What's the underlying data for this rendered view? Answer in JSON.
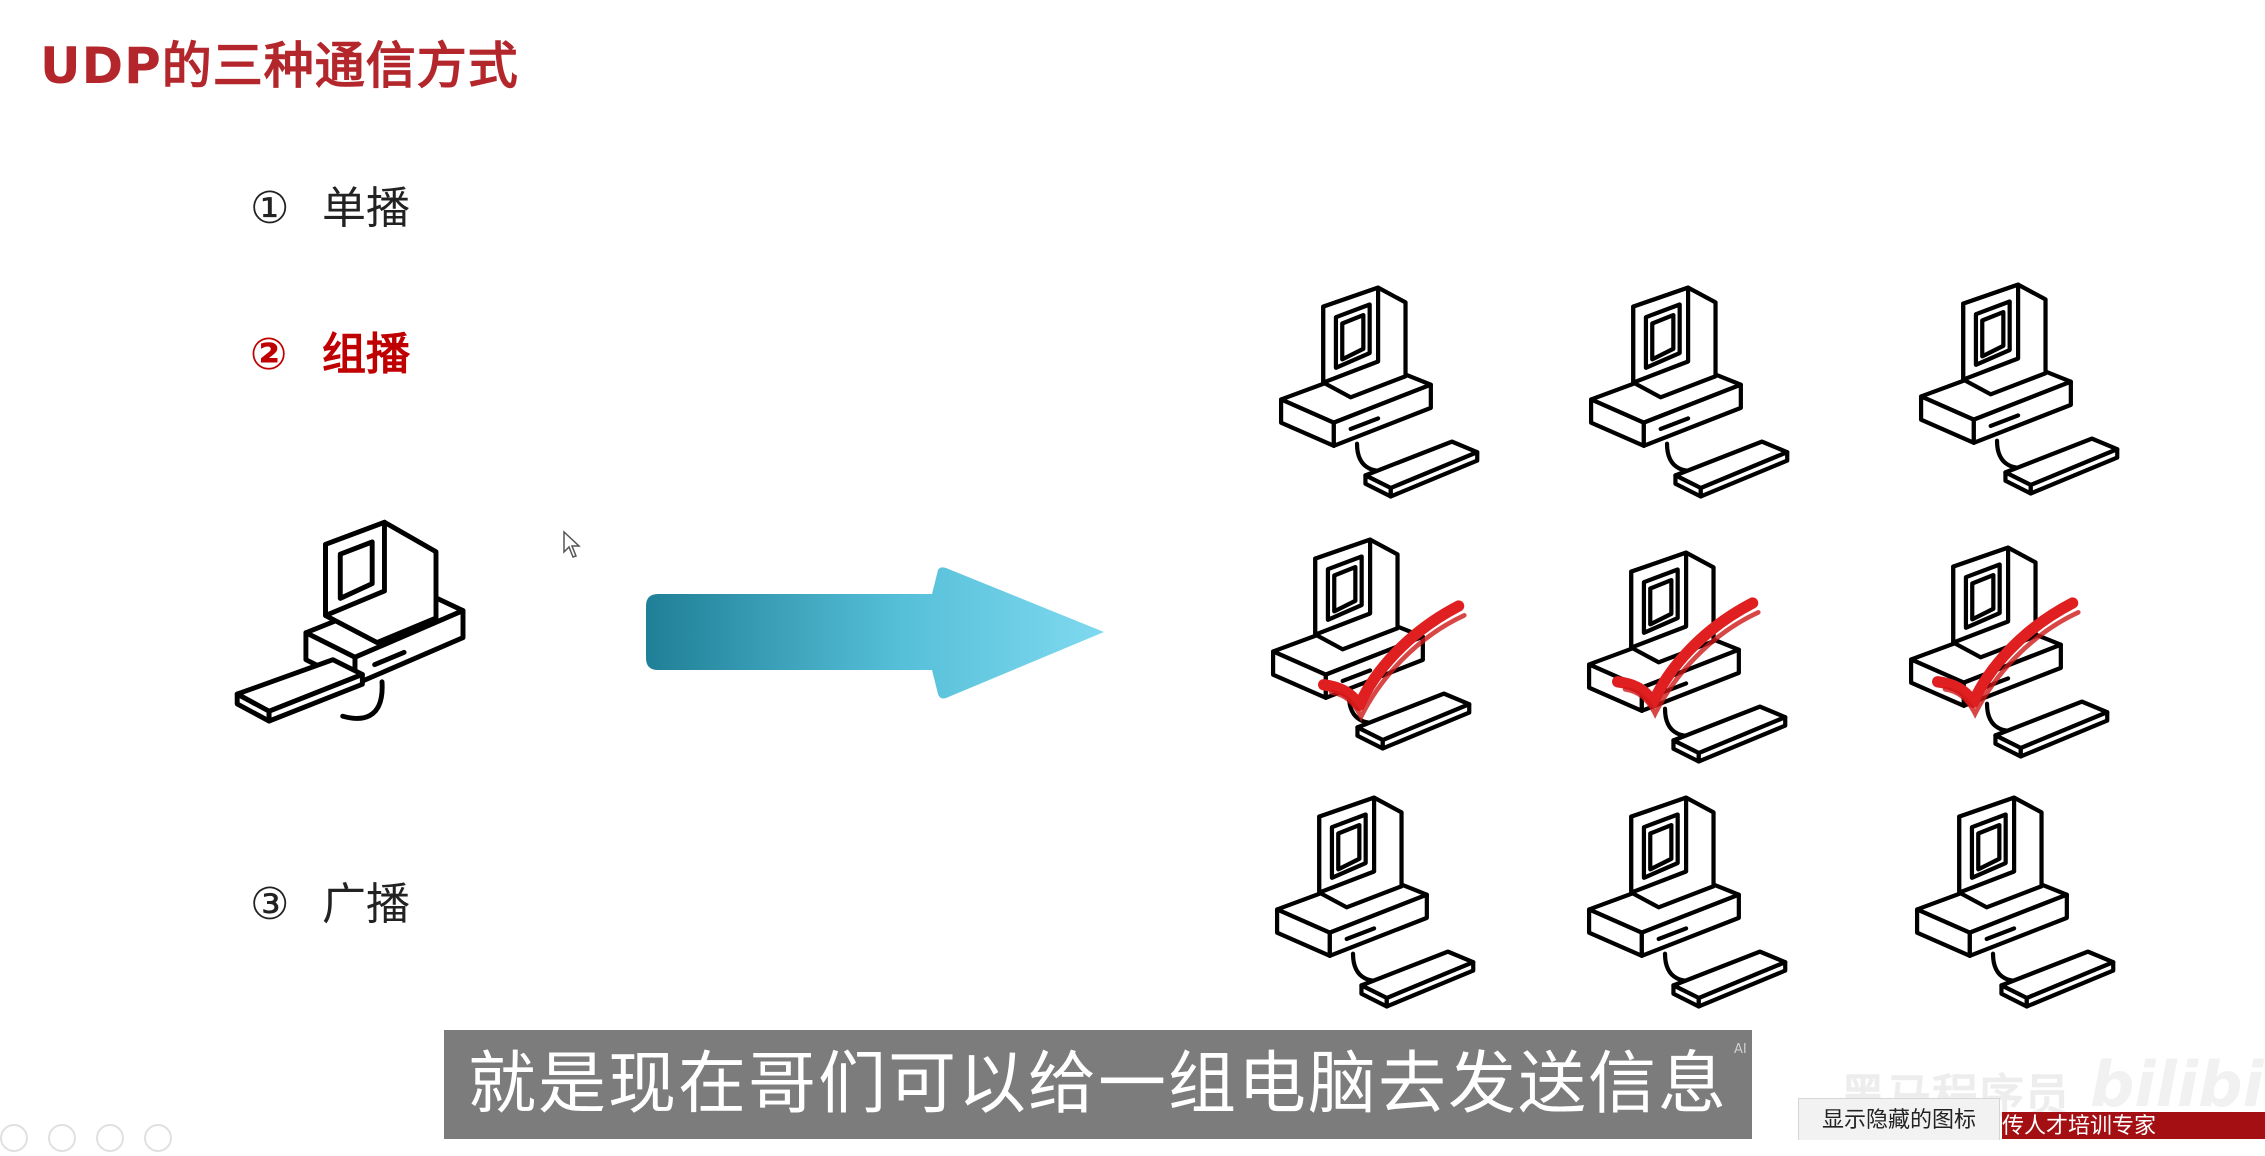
{
  "slide": {
    "title": "UDP的三种通信方式",
    "items": [
      {
        "num": "①",
        "label": "单播"
      },
      {
        "num": "②",
        "label": "组播"
      },
      {
        "num": "③",
        "label": "广播"
      }
    ],
    "active_item": 2
  },
  "subtitle": "就是现在哥们可以给一组电脑去发送信息",
  "subtitle_tag": "AI",
  "tray_hint": "显示隐藏的图标",
  "watermark": "黑马程序员",
  "bilibili_logo": "bilibili",
  "banner_text": "传人才培训专家",
  "colors": {
    "title": "#b3262b",
    "active_item": "#c00000",
    "arrow_start": "#1f7f96",
    "arrow_end": "#7fd9ef",
    "check": "#e02020",
    "banner": "#a30f12"
  },
  "computers": {
    "grid_rows": 3,
    "grid_cols": 3,
    "checked": [
      "row2-col1",
      "row2-col2",
      "row2-col3"
    ],
    "icon": "desktop-computer-icon",
    "check_icon": "red-checkmark-icon"
  }
}
